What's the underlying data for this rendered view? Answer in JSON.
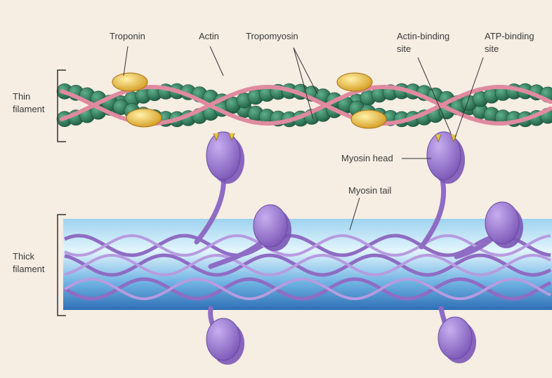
{
  "labels": {
    "troponin": "Troponin",
    "actin": "Actin",
    "tropomyosin": "Tropomyosin",
    "actin_binding_site_1": "Actin-binding",
    "actin_binding_site_2": "site",
    "atp_binding_site_1": "ATP-binding",
    "atp_binding_site_2": "site",
    "thin_filament_1": "Thin",
    "thin_filament_2": "filament",
    "thick_filament_1": "Thick",
    "thick_filament_2": "filament",
    "myosin_head": "Myosin head",
    "myosin_tail": "Myosin tail"
  },
  "colors": {
    "background": "#f6ede3",
    "actin": "#2e7d5c",
    "actin_highlight": "#4fa07e",
    "tropomyosin": "#e08aa0",
    "troponin": "#e8c24a",
    "myosin": "#8f6cc4",
    "myosin_light": "#b79be0",
    "thick_core": "#5ba6dc",
    "thick_core_light": "#d7f0fb",
    "text": "#3a3a3a"
  }
}
